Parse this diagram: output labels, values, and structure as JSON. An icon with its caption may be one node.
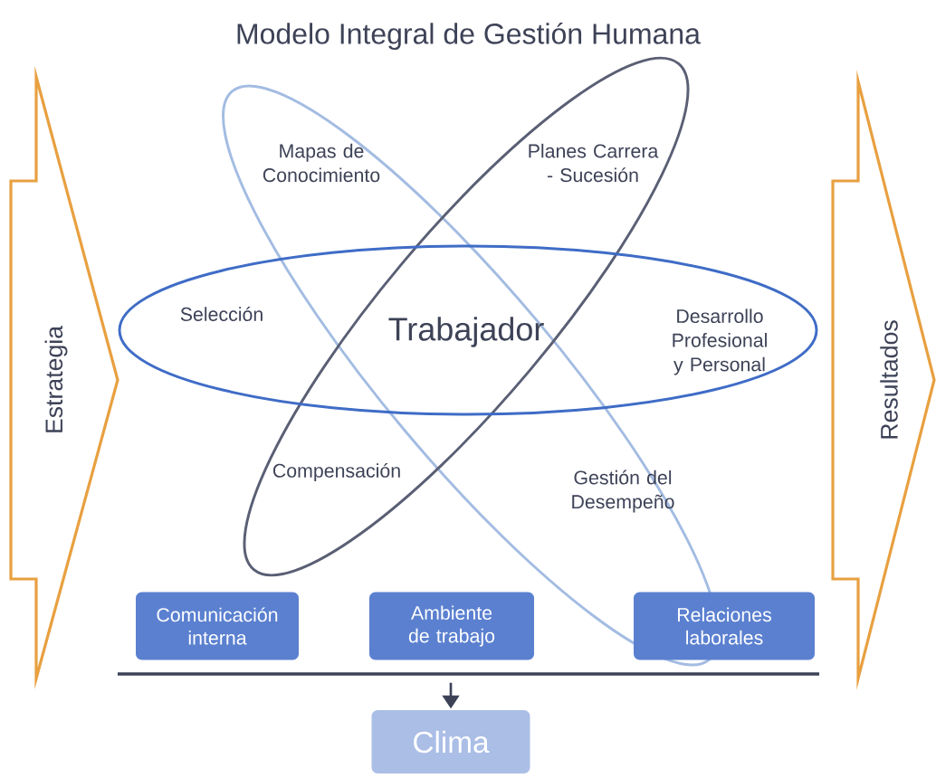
{
  "diagram": {
    "title": "Modelo Integral de Gestión Humana",
    "nodes": [
      {
        "text": [
          "Estrategia"
        ]
      },
      {
        "text": [
          "Resultados"
        ]
      },
      {
        "text": [
          "Comunicación interna"
        ]
      },
      {
        "text": [
          "Ambiente de trabajo"
        ]
      },
      {
        "text": [
          "Relaciones laborales"
        ]
      },
      {
        "text": [
          "Clima"
        ]
      }
    ],
    "edges": [
      {
        "from": null,
        "to": 5,
        "arrow": "to"
      }
    ],
    "labels": [
      "Mapas de Conocimiento",
      "Planes Carrera - Sucesión",
      "Selección",
      "Trabajador",
      "Desarrollo Profesional y Personal",
      "Compensación",
      "Gestión del Desempeño"
    ]
  }
}
